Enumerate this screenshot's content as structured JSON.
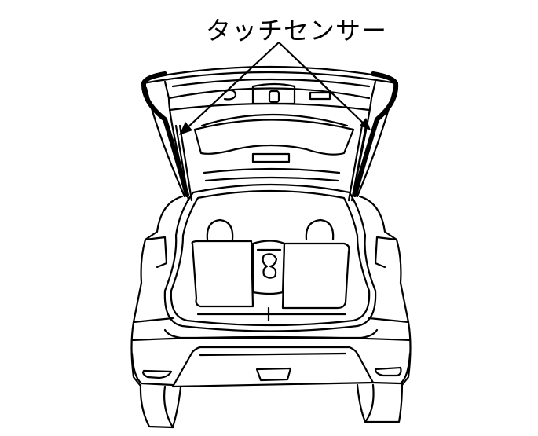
{
  "diagram": {
    "subject": "Vehicle rear view with open liftgate",
    "callout_label": "タッチセンサー",
    "callout_label_translation": "Touch sensor",
    "callout_targets": [
      "left-liftgate-edge-sensor",
      "right-liftgate-edge-sensor"
    ],
    "colors": {
      "line": "#000000",
      "background": "#ffffff"
    }
  }
}
